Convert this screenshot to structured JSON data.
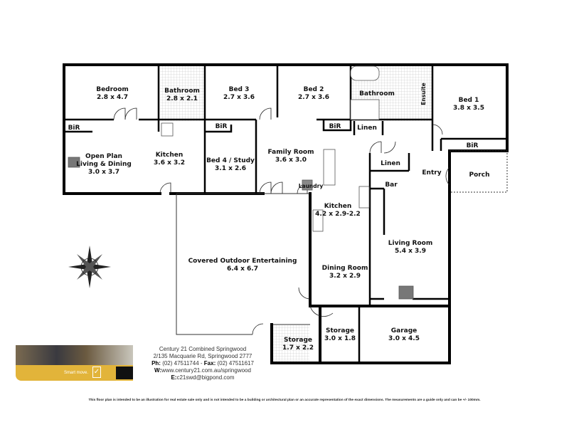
{
  "rooms": {
    "bedroom": {
      "name": "Bedroom",
      "size": "2.8 x 4.7"
    },
    "bathroom1": {
      "name": "Bathroom",
      "size": "2.8 x 2.1"
    },
    "bed3": {
      "name": "Bed 3",
      "size": "2.7 x 3.6"
    },
    "bed2": {
      "name": "Bed 2",
      "size": "2.7 x 3.6"
    },
    "bathroom2": {
      "name": "Bathroom"
    },
    "ensuite": {
      "name": "Ensuite"
    },
    "bed1": {
      "name": "Bed 1",
      "size": "3.8 x 3.5"
    },
    "bir": "BiR",
    "linen": "Linen",
    "open_plan": {
      "name1": "Open Plan",
      "name2": "Living & Dining",
      "size": "3.0 x 3.7"
    },
    "kitchen1": {
      "name": "Kitchen",
      "size": "3.6 x 3.2"
    },
    "bed4": {
      "name": "Bed 4 / Study",
      "size": "3.1 x 2.6"
    },
    "family": {
      "name": "Family Room",
      "size": "3.6 x 3.0"
    },
    "laundry": {
      "name": "Laundry"
    },
    "bar": {
      "name": "Bar"
    },
    "entry": {
      "name": "Entry"
    },
    "porch": {
      "name": "Porch"
    },
    "kitchen2": {
      "name": "Kitchen",
      "size": "4.2 x 2.9-2.2"
    },
    "living": {
      "name": "Living Room",
      "size": "5.4 x 3.9"
    },
    "outdoor": {
      "name": "Covered Outdoor Entertaining",
      "size": "6.4 x 6.7"
    },
    "dining": {
      "name": "Dining Room",
      "size": "3.2 x 2.9"
    },
    "storage1": {
      "name": "Storage",
      "size": "1.7 x 2.2"
    },
    "storage2": {
      "name": "Storage",
      "size": "3.0 x 1.8"
    },
    "garage": {
      "name": "Garage",
      "size": "3.0 x 4.5"
    }
  },
  "agency": {
    "name": "Century 21 Combined Springwood",
    "address": "2/135 Macquarie Rd, Springwood 2777",
    "ph_label": "Ph:",
    "ph": "(02) 47511744",
    "sep": "-",
    "fax_label": "Fax:",
    "fax": "(02) 47511617",
    "web_label": "W:",
    "web": "www.century21.com.au/springwood",
    "email_label": "E:",
    "email": "c21swd@bigpond.com"
  },
  "banner": {
    "slogan": "Smart move.",
    "brand_colour": "#e2b43a"
  },
  "disclaimer": "This floor plan is intended to be an illustration for real estate sale only and is not intended to be a building or architectural plan or an accurate representation of the exact dimensions. The measurements are a guide only and can be +/- 100mm.",
  "icons": {
    "compass": "compass-rose-icon"
  }
}
